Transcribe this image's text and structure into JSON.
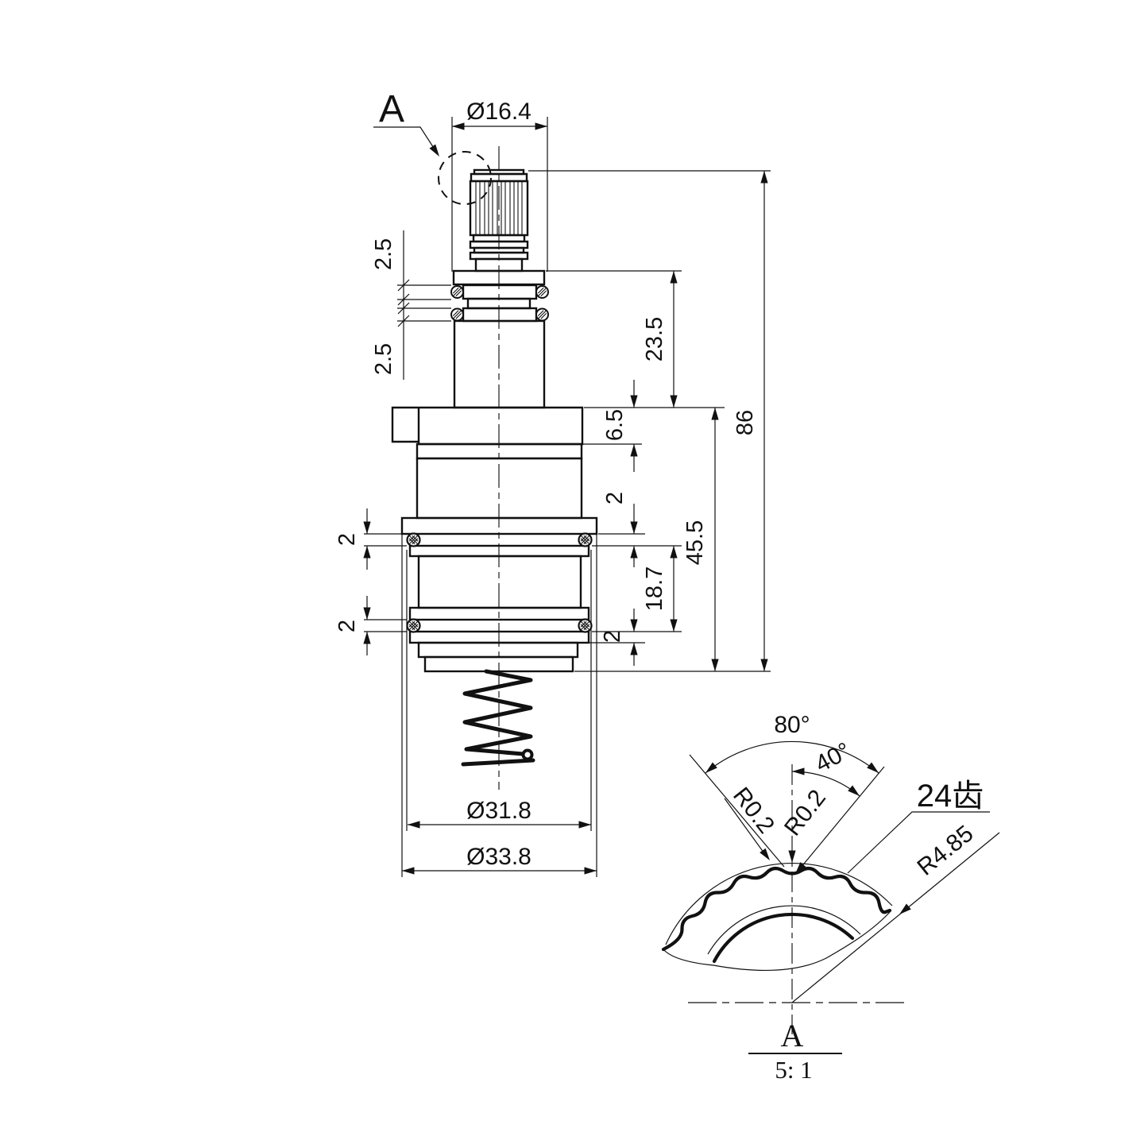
{
  "main_view": {
    "detail_callout_label": "A",
    "dims": {
      "stem_diameter": "Ø16.4",
      "upper_groove_1": "2.5",
      "upper_groove_2": "2.5",
      "stem_height": "23.5",
      "overall_height": "86",
      "flange_height": "6.5",
      "oring1_right": "2",
      "body_height": "45.5",
      "oring_spacing": "18.7",
      "oring1_left": "2",
      "oring2_left": "2",
      "oring2_right": "2",
      "oring_diameter": "Ø31.8",
      "flange_diameter": "Ø33.8"
    }
  },
  "detail_view": {
    "angle_full": "80°",
    "angle_half": "40°",
    "fillet_radius_left": "R0.2",
    "fillet_radius_right": "R0.2",
    "teeth_count": "24齿",
    "spline_radius": "R4.85",
    "view_label": "A",
    "view_scale": "5: 1"
  }
}
